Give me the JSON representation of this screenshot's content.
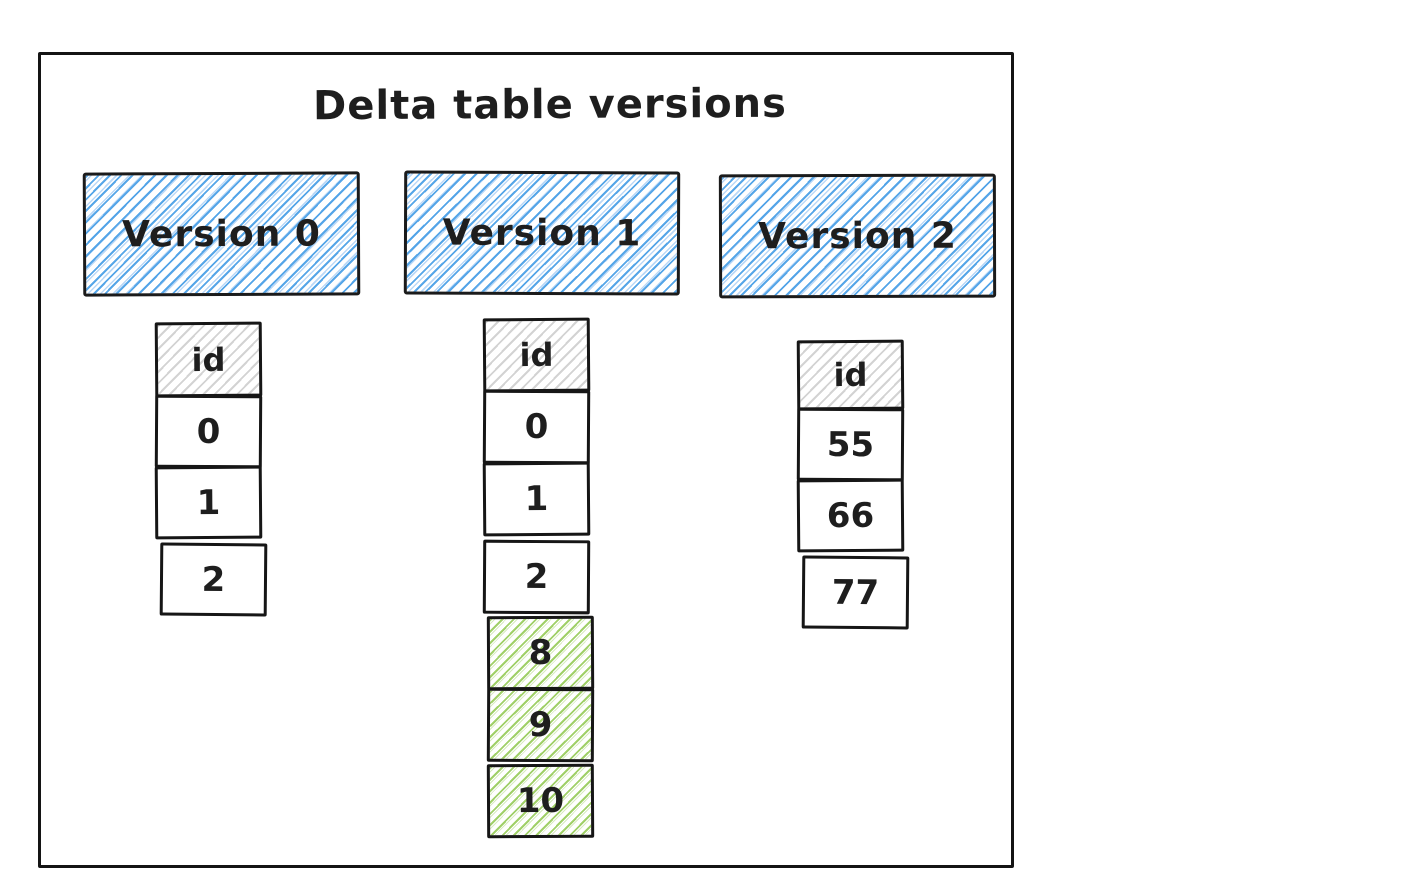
{
  "title": "Delta table versions",
  "colors": {
    "version_header_fill": "#4da1e7",
    "added_row_fill": "#8fc84e",
    "id_header_fill": "#c8c8c8",
    "ink": "#1e1e1e",
    "background": "#ffffff"
  },
  "versions": [
    {
      "label": "Version 0",
      "column_header": "id",
      "rows": [
        {
          "value": "0",
          "highlighted": false
        },
        {
          "value": "1",
          "highlighted": false
        },
        {
          "value": "2",
          "highlighted": false
        }
      ]
    },
    {
      "label": "Version 1",
      "column_header": "id",
      "rows": [
        {
          "value": "0",
          "highlighted": false
        },
        {
          "value": "1",
          "highlighted": false
        },
        {
          "value": "2",
          "highlighted": false
        },
        {
          "value": "8",
          "highlighted": true
        },
        {
          "value": "9",
          "highlighted": true
        },
        {
          "value": "10",
          "highlighted": true
        }
      ]
    },
    {
      "label": "Version 2",
      "column_header": "id",
      "rows": [
        {
          "value": "55",
          "highlighted": false
        },
        {
          "value": "66",
          "highlighted": false
        },
        {
          "value": "77",
          "highlighted": false
        }
      ]
    }
  ]
}
